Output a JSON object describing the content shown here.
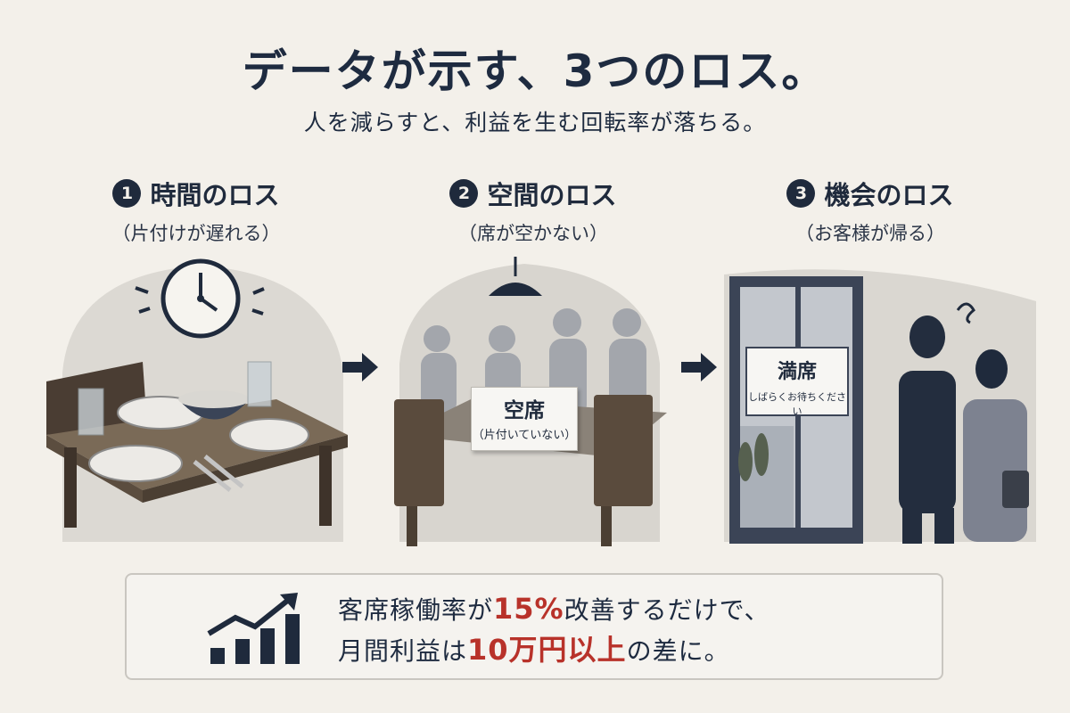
{
  "title": "データが示す、3つのロス。",
  "subtitle": "人を減らすと、利益を生む回転率が落ちる。",
  "losses": [
    {
      "number": "1",
      "title": "時間のロス",
      "subtitle": "（片付けが遅れる）"
    },
    {
      "number": "2",
      "title": "空間のロス",
      "subtitle": "（席が空かない）"
    },
    {
      "number": "3",
      "title": "機会のロス",
      "subtitle": "（お客様が帰る）"
    }
  ],
  "scene2": {
    "sign_title": "空席",
    "sign_sub": "（片付いていない）"
  },
  "scene3": {
    "sign_title": "満席",
    "sign_sub": "しばらくお待ちください"
  },
  "summary": {
    "line1_a": "客席稼働率が",
    "line1_highlight": "15%",
    "line1_b": "改善するだけで、",
    "line2_a": "月間利益は",
    "line2_highlight": "10万円以上",
    "line2_b": "の差に。"
  },
  "colors": {
    "navy": "#1f2a3c",
    "accent_red": "#b8322a",
    "background": "#f3f0ea"
  }
}
